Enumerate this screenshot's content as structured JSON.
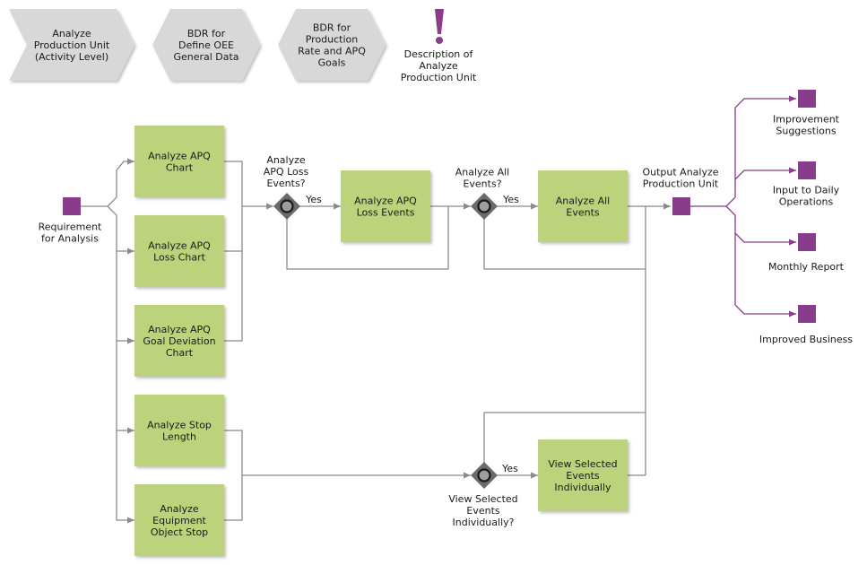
{
  "header": {
    "steps": [
      {
        "lines": [
          "Analyze",
          "Production Unit",
          "(Activity Level)"
        ]
      },
      {
        "lines": [
          "BDR for",
          "Define OEE",
          "General Data"
        ]
      },
      {
        "lines": [
          "BDR for",
          "Production",
          "Rate and APQ",
          "Goals"
        ]
      }
    ],
    "description": {
      "lines": [
        "Description of",
        "Analyze",
        "Production Unit"
      ]
    }
  },
  "input": {
    "lines": [
      "Requirement",
      "for Analysis"
    ]
  },
  "tasks": {
    "apq_chart": {
      "lines": [
        "Analyze APQ",
        "Chart"
      ]
    },
    "apq_loss_chart": {
      "lines": [
        "Analyze APQ",
        "Loss Chart"
      ]
    },
    "apq_goal_chart": {
      "lines": [
        "Analyze APQ",
        "Goal Deviation",
        "Chart"
      ]
    },
    "stop_length": {
      "lines": [
        "Analyze Stop",
        "Length"
      ]
    },
    "equipment_stop": {
      "lines": [
        "Analyze",
        "Equipment",
        "Object Stop"
      ]
    },
    "apq_loss_events": {
      "lines": [
        "Analyze APQ",
        "Loss Events"
      ]
    },
    "all_events": {
      "lines": [
        "Analyze All",
        "Events"
      ]
    },
    "view_selected": {
      "lines": [
        "View Selected",
        "Events",
        "Individually"
      ]
    }
  },
  "gateways": {
    "g1": {
      "lines": [
        "Analyze",
        "APQ Loss",
        "Events?"
      ],
      "yes": "Yes"
    },
    "g2": {
      "lines": [
        "Analyze All",
        "Events?"
      ],
      "yes": "Yes"
    },
    "g3": {
      "lines": [
        "View Selected",
        "Events",
        "Individually?"
      ],
      "yes": "Yes"
    }
  },
  "output": {
    "lines": [
      "Output Analyze",
      "Production Unit"
    ]
  },
  "results": [
    {
      "lines": [
        "Improvement",
        "Suggestions"
      ]
    },
    {
      "lines": [
        "Input to Daily",
        "Operations"
      ]
    },
    {
      "lines": [
        "Monthly Report"
      ]
    },
    {
      "lines": [
        "Improved Business"
      ]
    }
  ],
  "colors": {
    "task": "#bcd37c",
    "data": "#8a3c8c",
    "nav": "#d8d8d8",
    "gateway": "#6a6a6a"
  }
}
